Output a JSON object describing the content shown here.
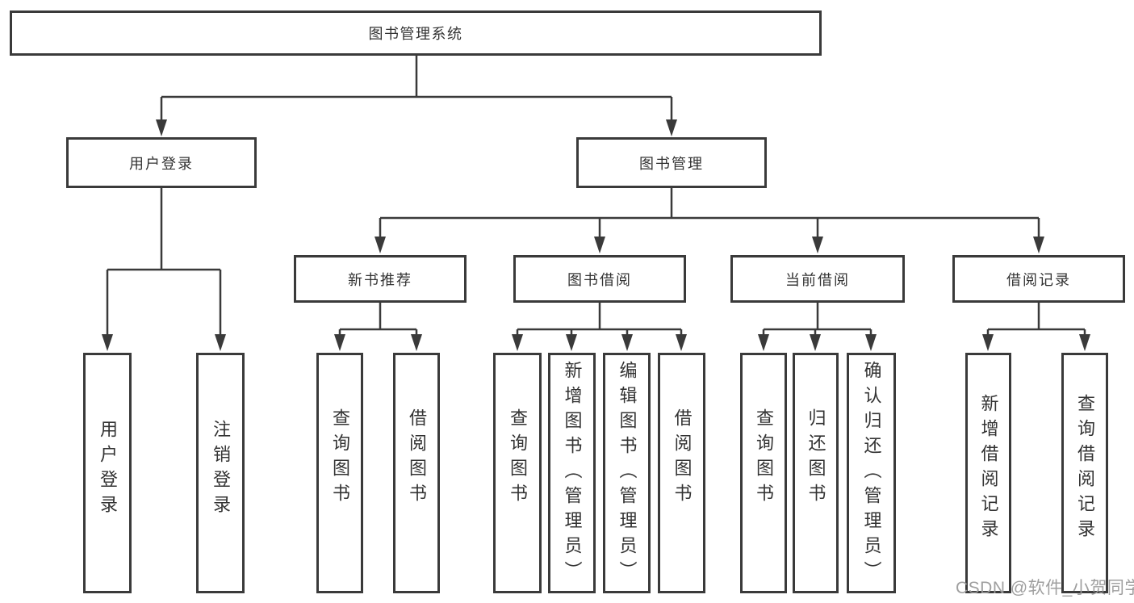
{
  "diagram": {
    "root": {
      "label": "图书管理系统"
    },
    "level2": [
      "用户登录",
      "图书管理"
    ],
    "level3": [
      "新书推荐",
      "图书借阅",
      "当前借阅",
      "借阅记录"
    ],
    "leaves": [
      "用户登录",
      "注销登录",
      "查询图书",
      "借阅图书",
      "查询图书",
      "新增图书（管理员）",
      "编辑图书（管理员）",
      "借阅图书",
      "查询图书",
      "归还图书",
      "确认归还（管理员）",
      "新增借阅记录",
      "查询借阅记录"
    ]
  },
  "watermark": {
    "text": "CSDN @软件_小贺同学"
  },
  "colors": {
    "line": "#3a3a3a",
    "text": "#333333",
    "watermark": "#9a9a9a",
    "background": "#ffffff"
  }
}
